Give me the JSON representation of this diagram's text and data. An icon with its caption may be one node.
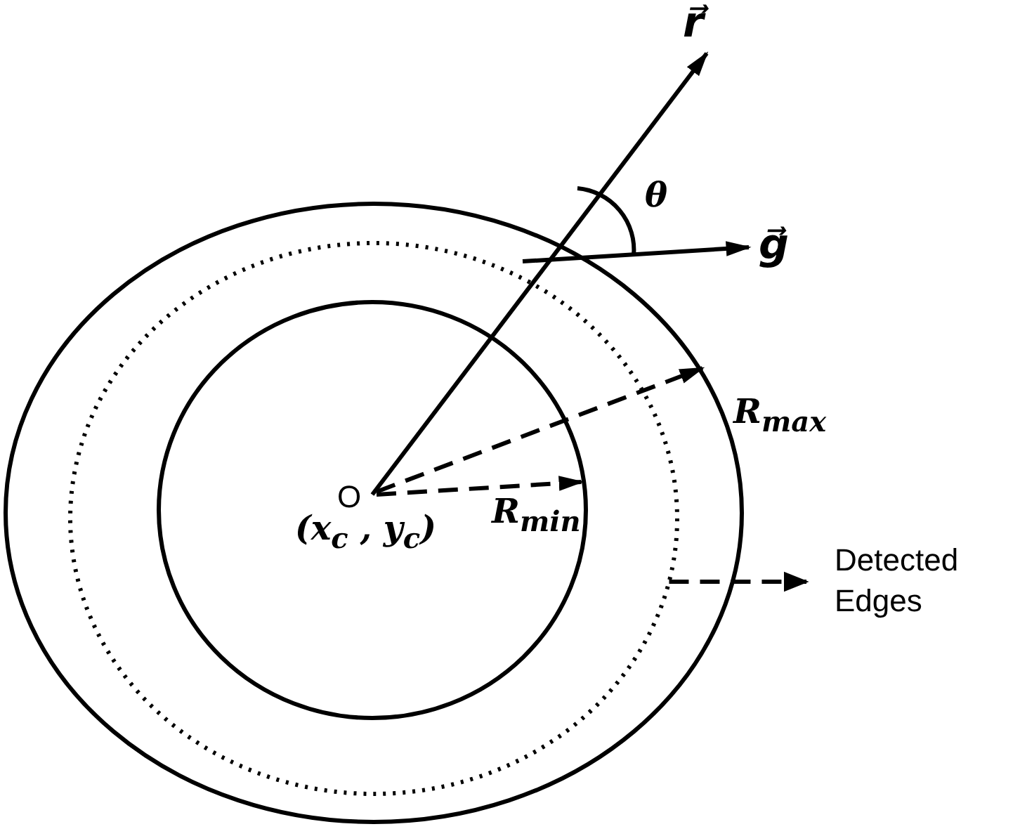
{
  "diagram": {
    "nodes": [
      {
        "text": [],
        "shape": "ellipse"
      },
      {
        "text": [
          "Detected Edges"
        ]
      }
    ],
    "edges": [
      {
        "from": 0,
        "to": 1,
        "arrow": "to",
        "style": "dashed"
      }
    ],
    "labels": [
      "r⃗",
      "θ",
      "g⃗",
      "R$_{max}$",
      "O",
      "R$_{min}$",
      "(x$_{c}$ , y$_{c}$)"
    ]
  }
}
